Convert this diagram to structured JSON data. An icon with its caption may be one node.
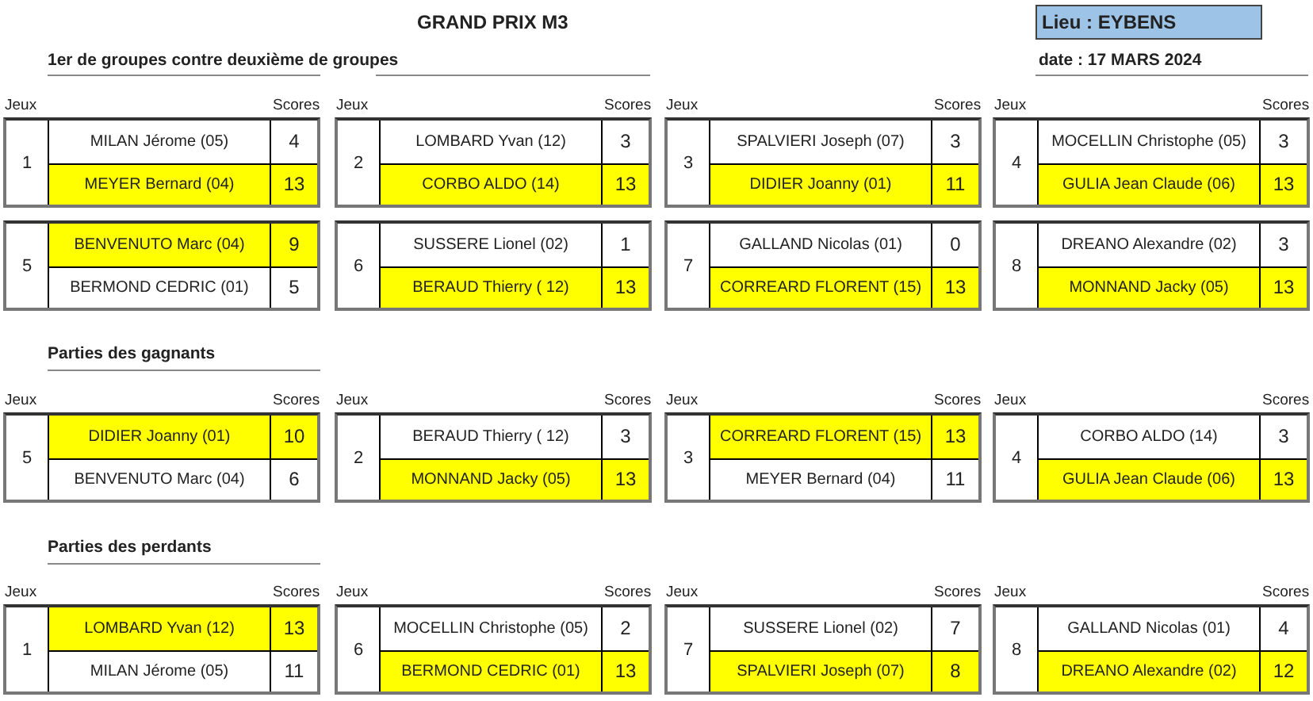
{
  "diagram": {
    "title": "GRAND PRIX M3",
    "nodes": [
      {
        "text": [
          "Lieu : EYBENS"
        ]
      },
      {
        "text": [
          "1"
        ]
      },
      {
        "text": [
          "MILAN Jérome (05)",
          "4"
        ],
        "in": 1
      },
      {
        "text": [
          "MEYER Bernard (04)",
          "13"
        ],
        "in": 1
      },
      {
        "text": [
          "2"
        ]
      },
      {
        "text": [
          "LOMBARD Yvan (12)",
          "3"
        ],
        "in": 4
      },
      {
        "text": [
          "CORBO ALDO (14)",
          "13"
        ],
        "in": 4
      },
      {
        "text": [
          "3"
        ]
      },
      {
        "text": [
          "SPALVIERI Joseph (07)",
          "3"
        ],
        "in": 7
      },
      {
        "text": [
          "DIDIER Joanny (01)",
          "11"
        ],
        "in": 7
      },
      {
        "text": [
          "4"
        ]
      },
      {
        "text": [
          "MOCELLIN Christophe (05)",
          "3"
        ],
        "in": 10
      },
      {
        "text": [
          "GULIA Jean Claude (06)",
          "13"
        ],
        "in": 10
      },
      {
        "text": [
          "5"
        ]
      },
      {
        "text": [
          "BENVENUTO Marc (04)",
          "9"
        ],
        "in": 13
      },
      {
        "text": [
          "BERMOND CEDRIC (01)",
          "5"
        ],
        "in": 13
      },
      {
        "text": [
          "6"
        ]
      },
      {
        "text": [
          "SUSSERE Lionel (02)",
          "1"
        ],
        "in": 16
      },
      {
        "text": [
          "BERAUD Thierry ( 12)",
          "13"
        ],
        "in": 16
      },
      {
        "text": [
          "7"
        ]
      },
      {
        "text": [
          "GALLAND Nicolas (01)",
          "0"
        ],
        "in": 19
      },
      {
        "text": [
          "CORREARD FLORENT (15)",
          "13"
        ],
        "in": 19
      },
      {
        "text": [
          "8"
        ]
      },
      {
        "text": [
          "DREANO Alexandre (02)",
          "3"
        ],
        "in": 22
      },
      {
        "text": [
          "MONNAND Jacky (05)",
          "13"
        ],
        "in": 22
      },
      {
        "text": [
          "5"
        ]
      },
      {
        "text": [
          "DIDIER Joanny (01)",
          "10"
        ],
        "in": 25
      },
      {
        "text": [
          "BENVENUTO Marc (04)",
          "6"
        ],
        "in": 25
      },
      {
        "text": [
          "2"
        ]
      },
      {
        "text": [
          "BERAUD Thierry ( 12)",
          "3"
        ],
        "in": 28
      },
      {
        "text": [
          "MONNAND Jacky (05)",
          "13"
        ],
        "in": 28
      },
      {
        "text": [
          "3"
        ]
      },
      {
        "text": [
          "CORREARD FLORENT (15)",
          "13"
        ],
        "in": 31
      },
      {
        "text": [
          "MEYER Bernard (04)",
          "11"
        ],
        "in": 31
      },
      {
        "text": [
          "4"
        ]
      },
      {
        "text": [
          "CORBO ALDO (14)",
          "3"
        ],
        "in": 34
      },
      {
        "text": [
          "GULIA Jean Claude (06)",
          "13"
        ],
        "in": 34
      },
      {
        "text": [
          "1"
        ]
      },
      {
        "text": [
          "LOMBARD Yvan (12)",
          "13"
        ],
        "in": 37
      },
      {
        "text": [
          "MILAN Jérome (05)",
          "11"
        ],
        "in": 37
      },
      {
        "text": [
          "6"
        ]
      },
      {
        "text": [
          "MOCELLIN Christophe (05)",
          "2"
        ],
        "in": 40
      },
      {
        "text": [
          "BERMOND CEDRIC (01)",
          "13"
        ],
        "in": 40
      },
      {
        "text": [
          "7"
        ]
      },
      {
        "text": [
          "SUSSERE Lionel (02)",
          "7"
        ],
        "in": 43
      },
      {
        "text": [
          "SPALVIERI Joseph (07)",
          "8"
        ],
        "in": 43
      },
      {
        "text": [
          "8"
        ]
      },
      {
        "text": [
          "GALLAND Nicolas (01)",
          "4"
        ],
        "in": 46
      },
      {
        "text": [
          "DREANO Alexandre (02)",
          "12"
        ],
        "in": 46
      }
    ],
    "labels": [
      "1er de groupes contre deuxième de groupes",
      "date : 17 MARS 2024",
      "Jeux",
      "Scores",
      "Jeux",
      "Scores",
      "Jeux",
      "Scores",
      "Jeux",
      "Scores",
      "Parties des gagnants",
      "Jeux",
      "Scores",
      "Jeux",
      "Scores",
      "Jeux",
      "Scores",
      "Jeux",
      "Scores",
      "Parties des perdants",
      "Jeux",
      "Scores",
      "Jeux",
      "Scores",
      "Jeux",
      "Scores",
      "Jeux",
      "Scores"
    ]
  }
}
